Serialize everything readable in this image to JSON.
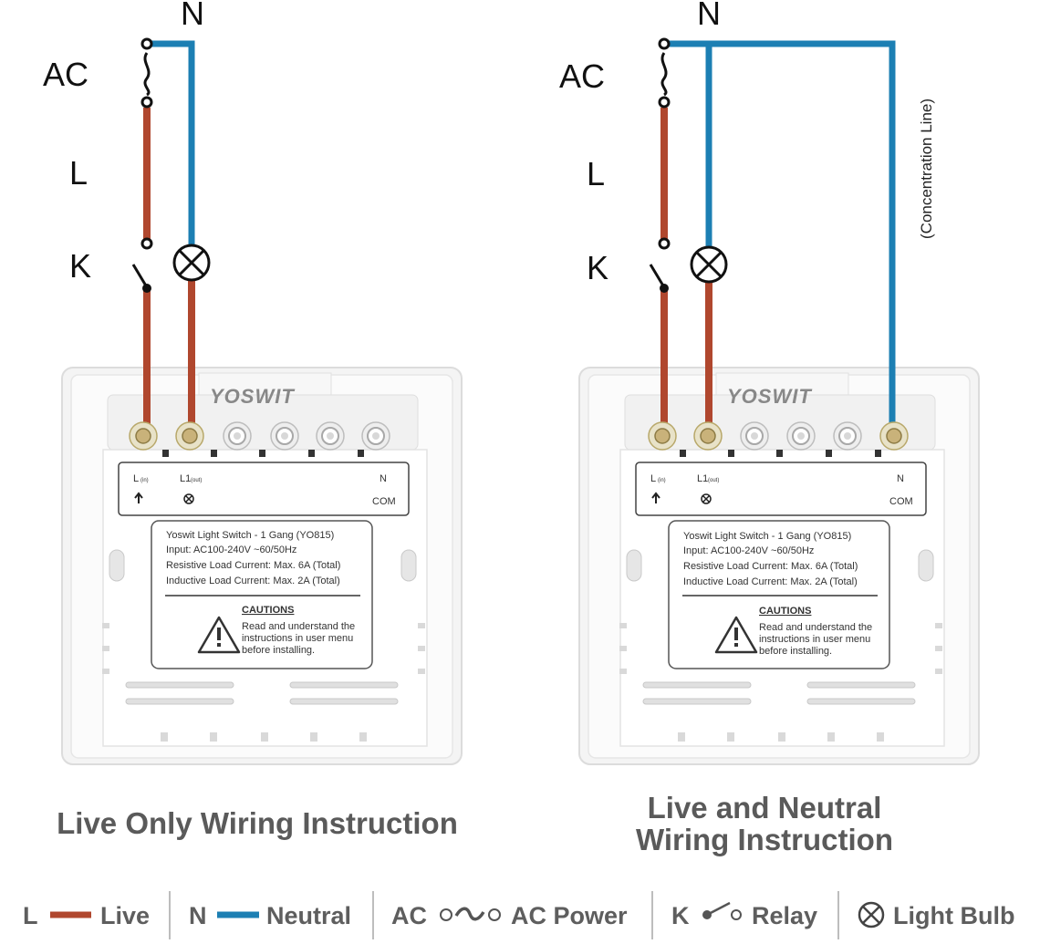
{
  "labels": {
    "n": "N",
    "ac": "AC",
    "l": "L",
    "k": "K"
  },
  "concentration_line": "(Concentration Line)",
  "device": {
    "brand": "YOSWIT",
    "term_l": "L",
    "term_l_sub": "(in)",
    "term_l1": "L1",
    "term_l1_sub": "(out)",
    "term_n": "N",
    "term_com": "COM",
    "spec_lines": [
      "Yoswit Light Switch - 1 Gang (YO815)",
      "Input: AC100-240V ~60/50Hz",
      "Resistive Load Current: Max. 6A (Total)",
      "Inductive Load Current: Max. 2A (Total)"
    ],
    "caution_title": "CAUTIONS",
    "caution_lines": [
      "Read and understand the",
      "instructions in user menu",
      "before installing."
    ]
  },
  "titles": {
    "left": "Live Only Wiring Instruction",
    "right_line1": "Live and Neutral",
    "right_line2": "Wiring Instruction"
  },
  "legend": {
    "l_key": "L",
    "l_text": "Live",
    "n_key": "N",
    "n_text": "Neutral",
    "ac_key": "AC",
    "ac_text": "AC Power",
    "k_key": "K",
    "k_text": "Relay",
    "bulb_text": "Light Bulb"
  },
  "colors": {
    "live": "#b0472e",
    "neutral": "#1c7fb3",
    "title": "#5a5a5a"
  }
}
